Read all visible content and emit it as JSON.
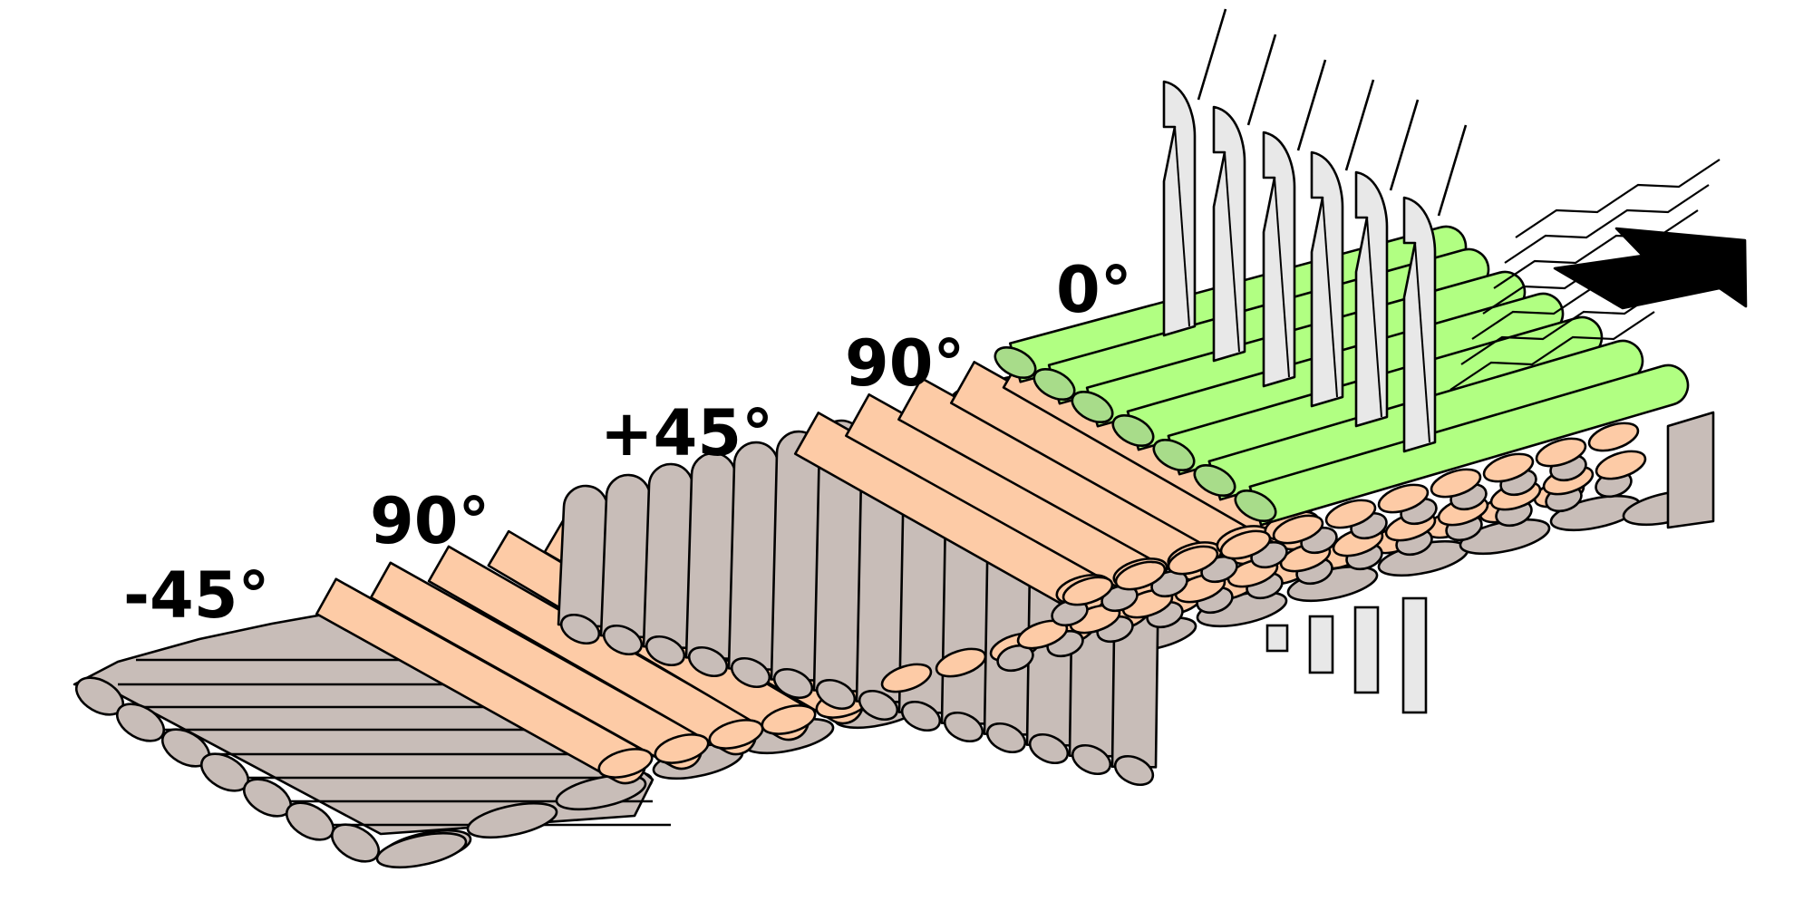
{
  "ply_labels": [
    "-45°",
    "90°",
    "+45°",
    "90°",
    "0°"
  ],
  "plies": [
    {
      "label": "-45°",
      "fiber_color": "#c8bdb8"
    },
    {
      "label": "90°",
      "fiber_color": "#fdcba6"
    },
    {
      "label": "+45°",
      "fiber_color": "#c8bdb8"
    },
    {
      "label": "90°",
      "fiber_color": "#fdcba6"
    },
    {
      "label": "0°",
      "fiber_color": "#b1ff82"
    }
  ],
  "colors": {
    "gray_fiber": "#c8bdb8",
    "peach_fiber": "#fdcba6",
    "green_fiber": "#b1ff82",
    "green_end": "#a8dc8a",
    "needle": "#e8e8e8",
    "outline": "#000000",
    "arrow": "#000000"
  },
  "icons": {
    "needles": "stitching-needle-icon",
    "direction": "direction-arrow-icon"
  }
}
